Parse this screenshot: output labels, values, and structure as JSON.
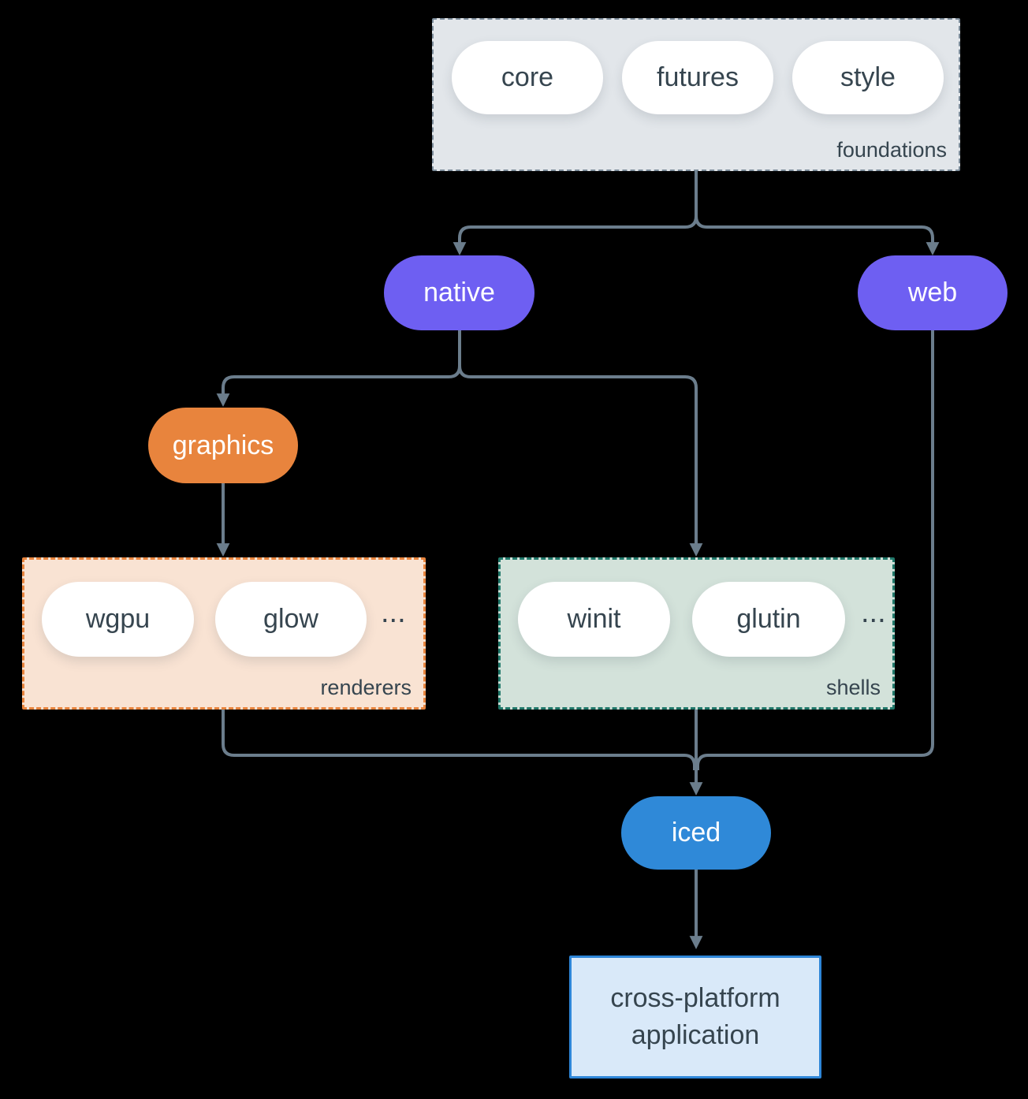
{
  "colors": {
    "background": "#000000",
    "arrow": "#6b7d8c",
    "purple_node": "#6e5ff2",
    "orange_node": "#e8843d",
    "blue_node": "#2f89d8",
    "dark_text": "#36454f",
    "foundations_fill": "#e2e6ea",
    "foundations_border": "#7c8c9a",
    "renderers_fill": "#f9e3d3",
    "renderers_border": "#e8843d",
    "shells_fill": "#d3e2da",
    "shells_border": "#20786a",
    "application_fill": "#d9e9f9",
    "application_border": "#2e86d8"
  },
  "groups": {
    "foundations": {
      "label": "foundations",
      "pills": [
        "core",
        "futures",
        "style"
      ]
    },
    "renderers": {
      "label": "renderers",
      "pills": [
        "wgpu",
        "glow"
      ],
      "more": "..."
    },
    "shells": {
      "label": "shells",
      "pills": [
        "winit",
        "glutin"
      ],
      "more": "..."
    }
  },
  "nodes": {
    "native": "native",
    "web": "web",
    "graphics": "graphics",
    "iced": "iced",
    "application": {
      "line1": "cross-platform",
      "line2": "application"
    }
  }
}
